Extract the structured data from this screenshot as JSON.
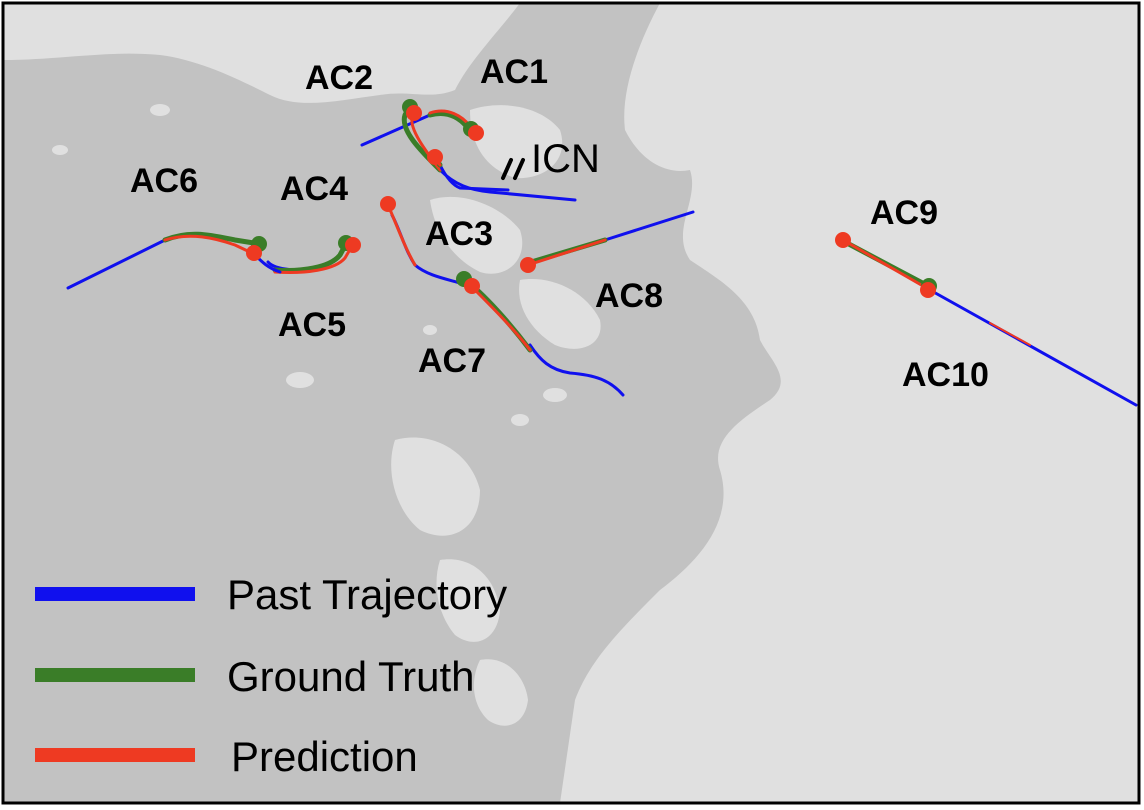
{
  "colors": {
    "sea": "#e0e0e0",
    "land": "#c2c2c2",
    "border": "#000000",
    "past": "#1010ee",
    "truth": "#3a7d28",
    "prediction": "#ee3a22"
  },
  "airport": {
    "label": "ICN",
    "icon": "runway-icon"
  },
  "aircraft": [
    {
      "id": "ac1",
      "label": "AC1"
    },
    {
      "id": "ac2",
      "label": "AC2"
    },
    {
      "id": "ac3",
      "label": "AC3"
    },
    {
      "id": "ac4",
      "label": "AC4"
    },
    {
      "id": "ac5",
      "label": "AC5"
    },
    {
      "id": "ac6",
      "label": "AC6"
    },
    {
      "id": "ac7",
      "label": "AC7"
    },
    {
      "id": "ac8",
      "label": "AC8"
    },
    {
      "id": "ac9",
      "label": "AC9"
    },
    {
      "id": "ac10",
      "label": "AC10"
    }
  ],
  "legend": [
    {
      "label": "Past Trajectory",
      "color": "#1010ee"
    },
    {
      "label": "Ground Truth",
      "color": "#3a7d28"
    },
    {
      "label": "Prediction",
      "color": "#ee3a22"
    }
  ]
}
